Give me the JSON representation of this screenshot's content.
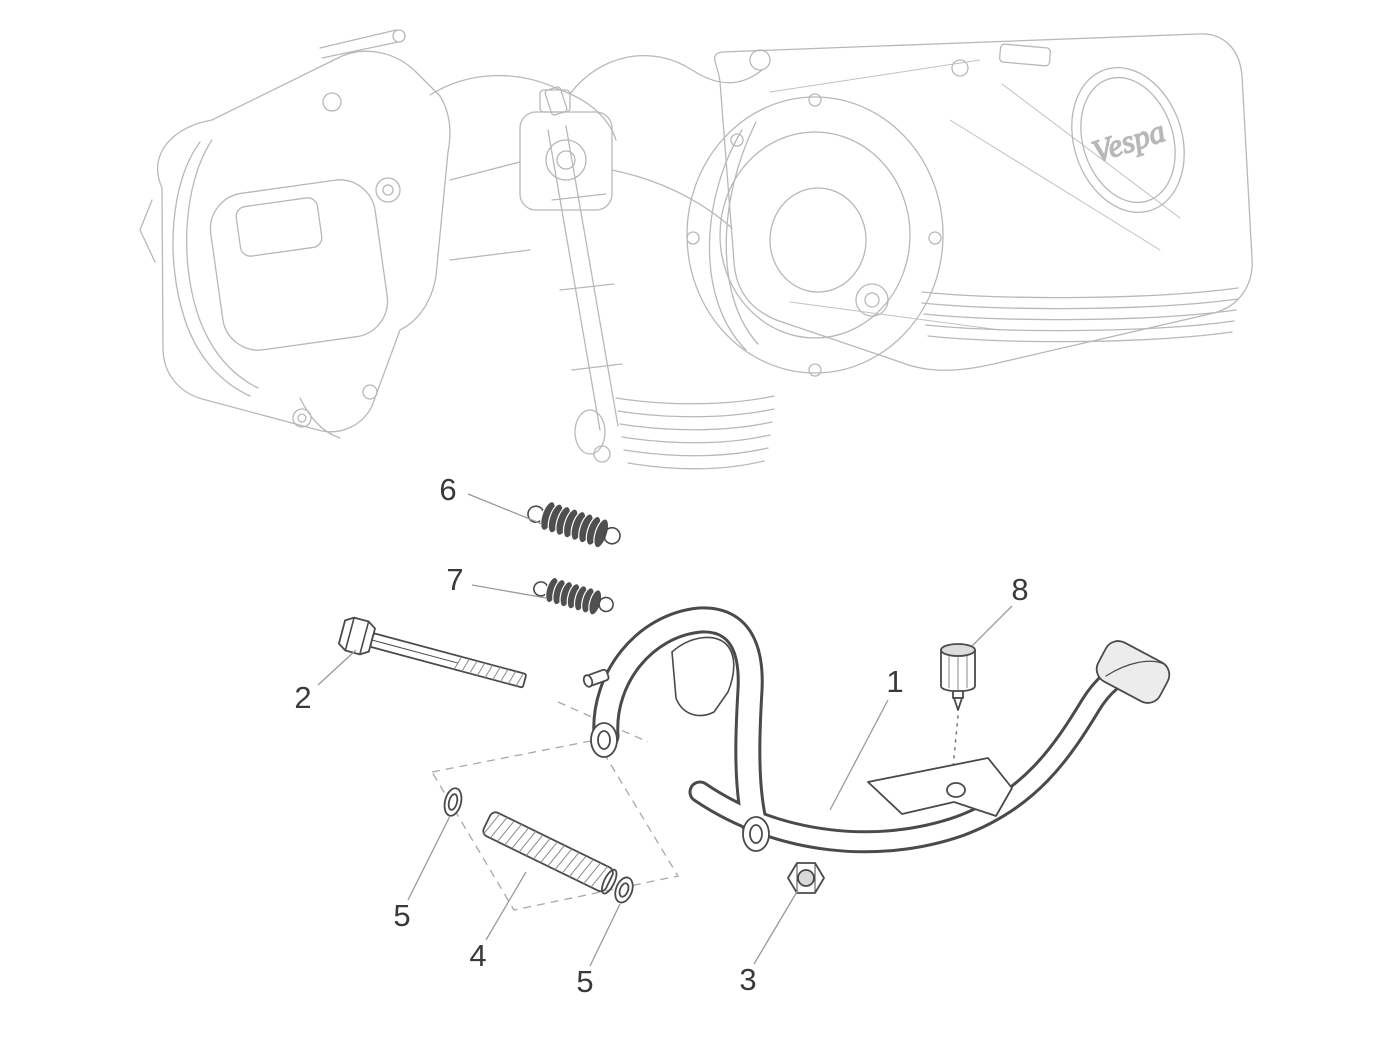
{
  "diagram": {
    "type": "exploded-parts-diagram",
    "brand": "Vespa",
    "callouts": [
      {
        "label": "1",
        "part": "center-stand"
      },
      {
        "label": "2",
        "part": "hex-bolt"
      },
      {
        "label": "3",
        "part": "hex-nut"
      },
      {
        "label": "4",
        "part": "spacer-tube"
      },
      {
        "label": "5",
        "part": "washer-left"
      },
      {
        "label": "5",
        "part": "washer-right"
      },
      {
        "label": "6",
        "part": "spring-upper"
      },
      {
        "label": "7",
        "part": "spring-lower"
      },
      {
        "label": "8",
        "part": "rubber-buffer"
      }
    ],
    "colors": {
      "background": "#ffffff",
      "engine_line": "#b8b8b8",
      "part_line": "#4a4a4a",
      "leader_line": "#9a9a9a",
      "label_text": "#3a3a3a"
    }
  }
}
